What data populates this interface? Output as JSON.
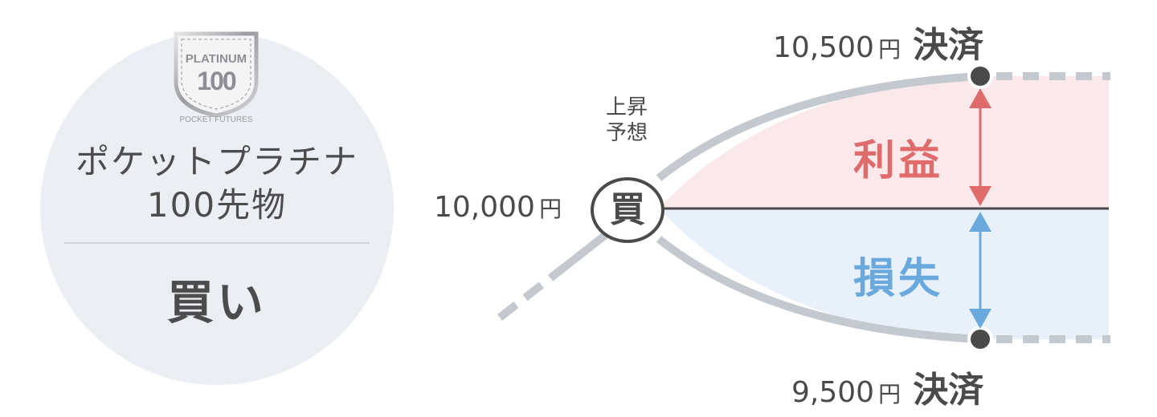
{
  "product_card": {
    "badge": {
      "line1": "PLATINUM",
      "line2": "100",
      "arc_text": "POCKET FUTURES"
    },
    "title_line1": "ポケットプラチナ",
    "title_line2": "100先物",
    "side": "買い"
  },
  "diagram": {
    "entry": {
      "price": "10,000",
      "unit": "円",
      "marker": "買",
      "prediction_line1": "上昇",
      "prediction_line2": "予想"
    },
    "upper_exit": {
      "price": "10,500",
      "unit": "円",
      "label": "決済"
    },
    "lower_exit": {
      "price": "9,500",
      "unit": "円",
      "label": "決済"
    },
    "profit_label": "利益",
    "loss_label": "損失",
    "colors": {
      "profit": "#e06b6b",
      "profit_fill": "#fbe8ea",
      "loss": "#6aa9de",
      "loss_fill": "#e8f1fa",
      "path": "#c4c9d0",
      "text": "#4a4a4a"
    }
  }
}
